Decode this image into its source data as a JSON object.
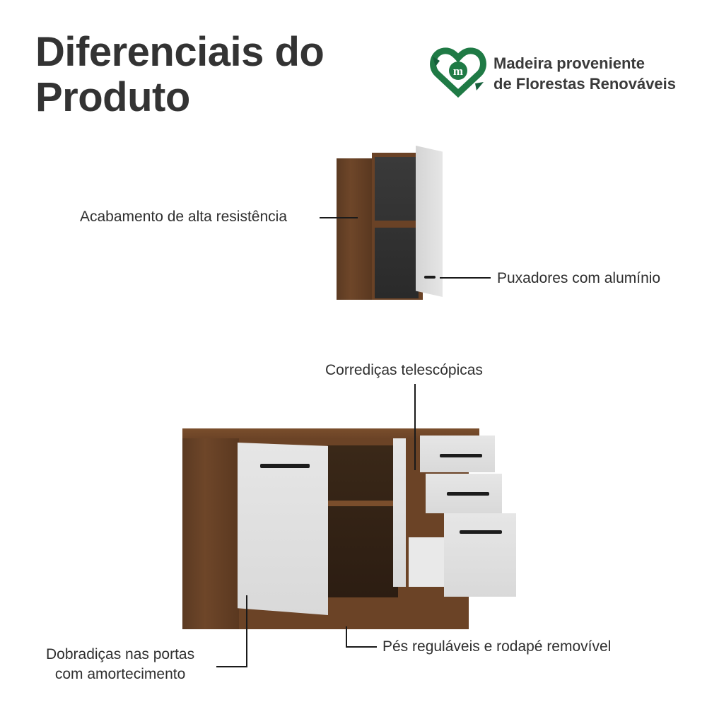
{
  "header": {
    "title_line1": "Diferenciais do",
    "title_line2": "Produto"
  },
  "badge": {
    "icon": "recycle-heart-m-icon",
    "color": "#1f7a45",
    "line1": "Madeira proveniente",
    "line2": "de Florestas Renováveis"
  },
  "features": {
    "finish": "Acabamento de alta resistência",
    "handles": "Puxadores com alumínio",
    "slides": "Corrediças telescópicas",
    "hinges_line1": "Dobradiças nas portas",
    "hinges_line2": "com amortecimento",
    "feet": "Pés reguláveis e rodapé removível"
  },
  "colors": {
    "wood": "#6a4226",
    "door": "#dedede",
    "text": "#2f2f2f"
  }
}
